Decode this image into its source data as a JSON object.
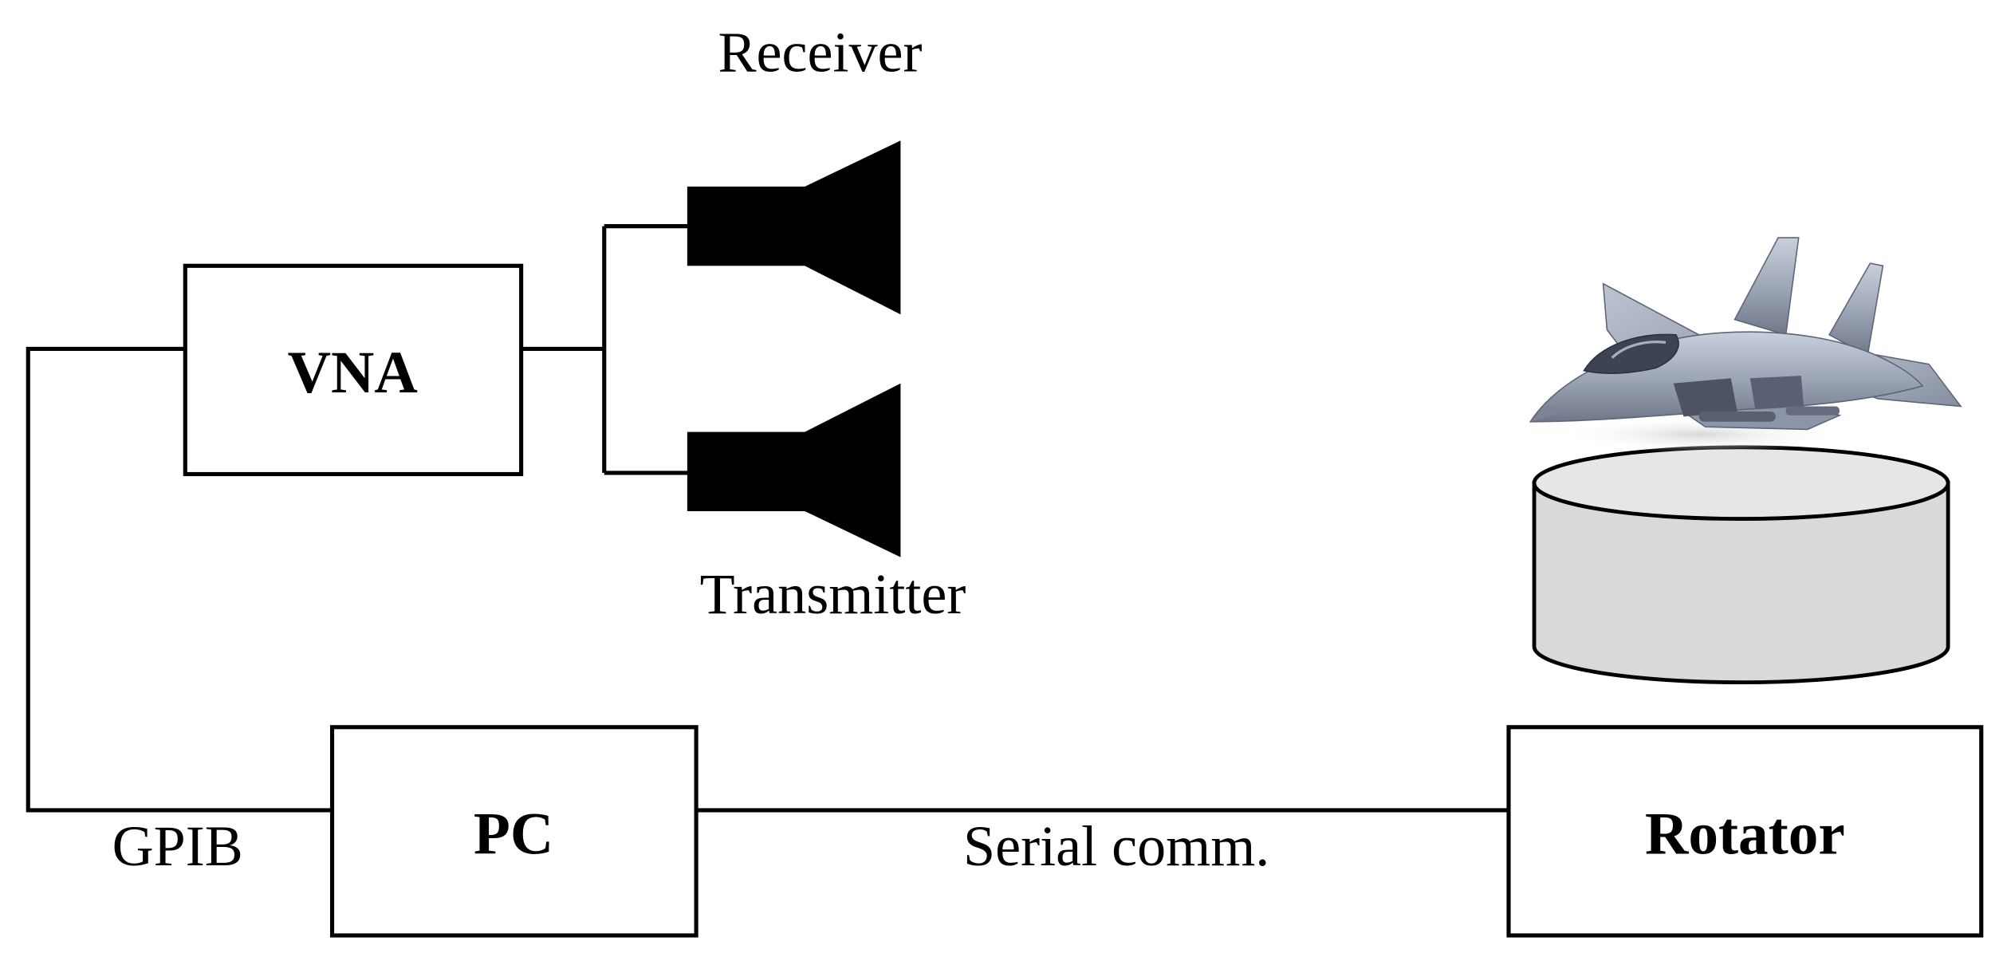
{
  "labels": {
    "receiver": "Receiver",
    "transmitter": "Transmitter",
    "vna": "VNA",
    "pc": "PC",
    "rotator": "Rotator",
    "gpib": "GPIB",
    "serial": "Serial comm."
  }
}
